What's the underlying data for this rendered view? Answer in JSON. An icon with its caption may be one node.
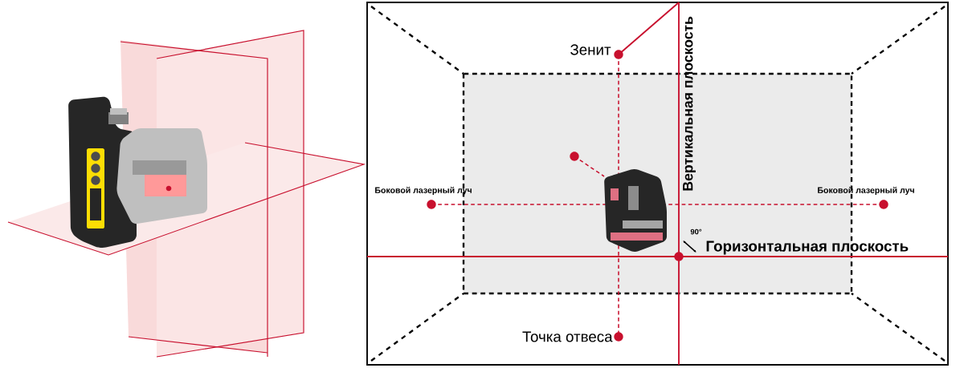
{
  "diagram": {
    "labels": [
      "Зенит",
      "Вертикальная плоскость",
      "Боковой лазерный луч",
      "Боковой лазерный луч",
      "90°",
      "Горизонтальная плоскость",
      "Точка отвеса"
    ]
  }
}
